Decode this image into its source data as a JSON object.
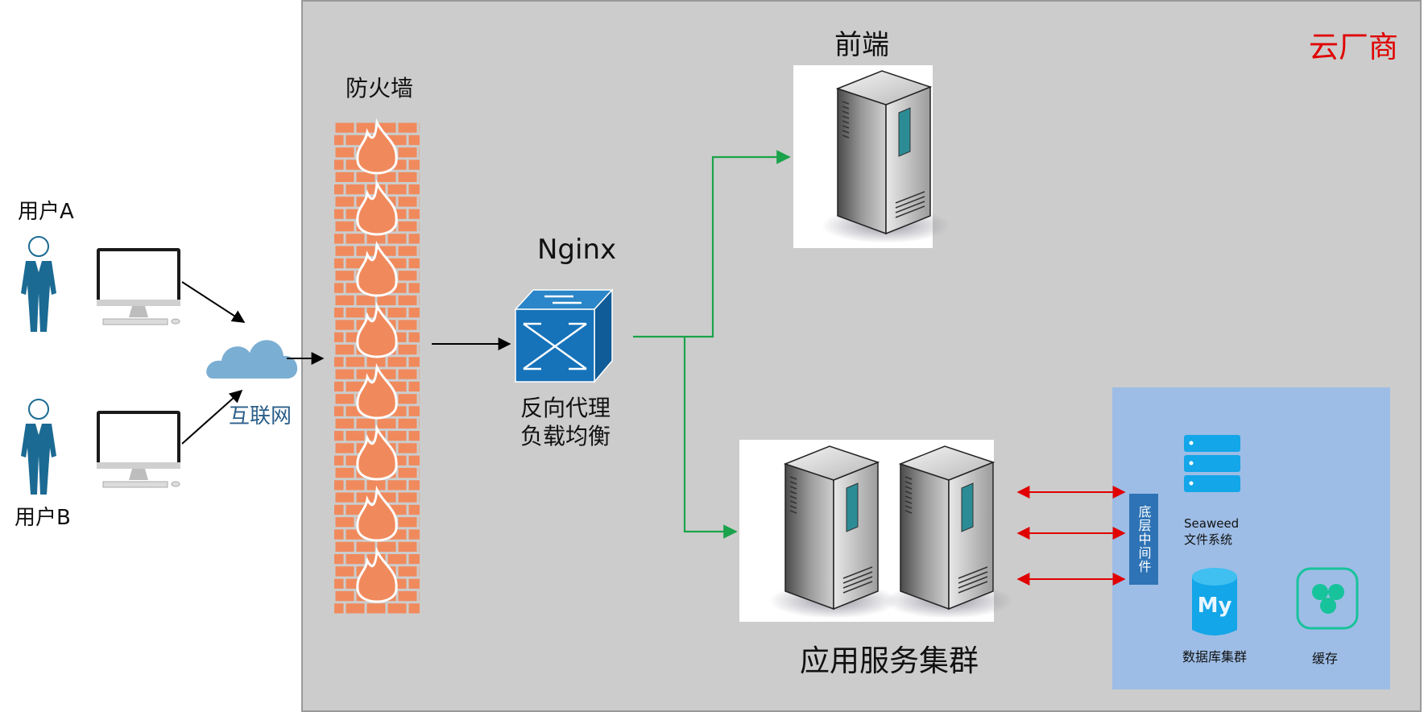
{
  "title": "云厂商",
  "nodes": {
    "firewall": "防火墙",
    "frontend": "前端",
    "nginx": "Nginx",
    "proxy_lines": [
      "反向代理",
      "负载均衡"
    ],
    "app_cluster": "应用服务集群",
    "user_a": "用户A",
    "user_b": "用户B",
    "internet": "互联网",
    "middleware": "底层中间件",
    "seaweed_lines": [
      "Seaweed",
      "文件系统"
    ],
    "db_cluster": "数据库集群",
    "db_icon_text": "My",
    "cache": "缓存"
  },
  "colors": {
    "vendor_title": "#e00000",
    "green_link": "#1aa34a",
    "red_link": "#e00000",
    "panel": "#9dbde6",
    "middleware": "#2e73b5",
    "firewall_brick": "#f08a5d",
    "user_icon": "#1b6a93"
  },
  "icons": [
    "user-icon",
    "monitor-icon",
    "cloud-icon",
    "firewall-icon",
    "switch-icon",
    "server-icon",
    "storage-server-icon",
    "mysql-icon",
    "cache-icon"
  ]
}
